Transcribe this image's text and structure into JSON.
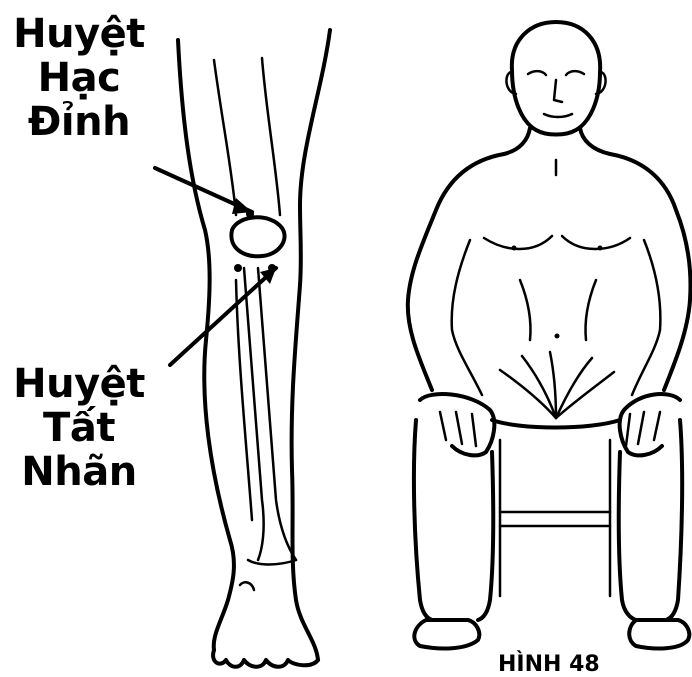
{
  "labels": {
    "hac_dinh": [
      "Huyệt",
      "Hạc",
      "Đỉnh"
    ],
    "tat_nhan": [
      "Huyệt",
      "Tất",
      "Nhãn"
    ]
  },
  "caption": "HÌNH 48",
  "colors": {
    "ink": "#000000",
    "paper": "#ffffff"
  }
}
